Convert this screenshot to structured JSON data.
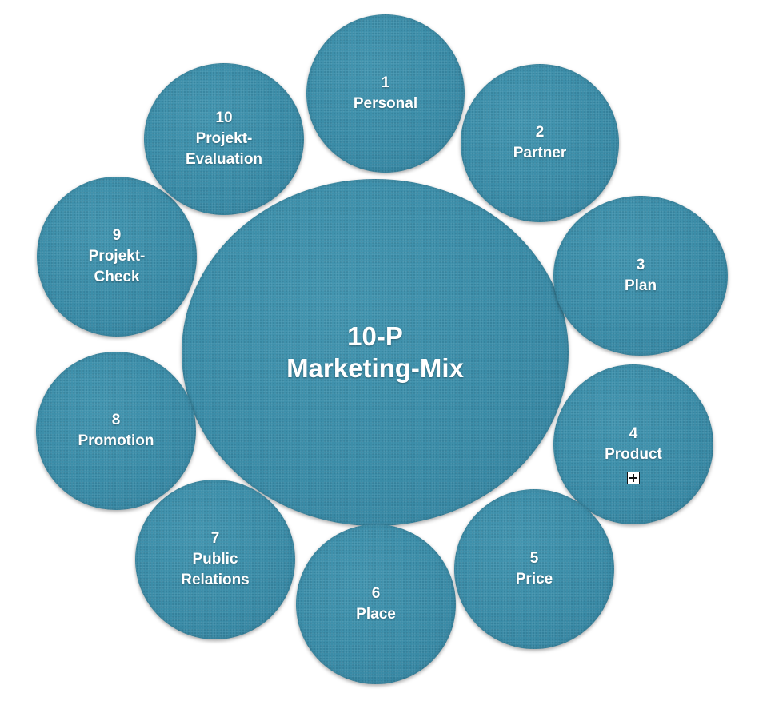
{
  "center": {
    "line1": "10-P",
    "line2": "Marketing-Mix"
  },
  "nodes": [
    {
      "number": "1",
      "label": "Personal"
    },
    {
      "number": "2",
      "label": "Partner"
    },
    {
      "number": "3",
      "label": "Plan"
    },
    {
      "number": "4",
      "label": "Product"
    },
    {
      "number": "5",
      "label": "Price"
    },
    {
      "number": "6",
      "label": "Place"
    },
    {
      "number": "7",
      "label": "Public\nRelations"
    },
    {
      "number": "8",
      "label": "Promotion"
    },
    {
      "number": "9",
      "label": "Projekt-\nCheck"
    },
    {
      "number": "10",
      "label": "Projekt-\nEvaluation"
    }
  ],
  "colors": {
    "circle_fill": "#3a8ca8",
    "text": "#ffffff"
  },
  "icons": {
    "node_4_expand": "plus-box-icon"
  }
}
